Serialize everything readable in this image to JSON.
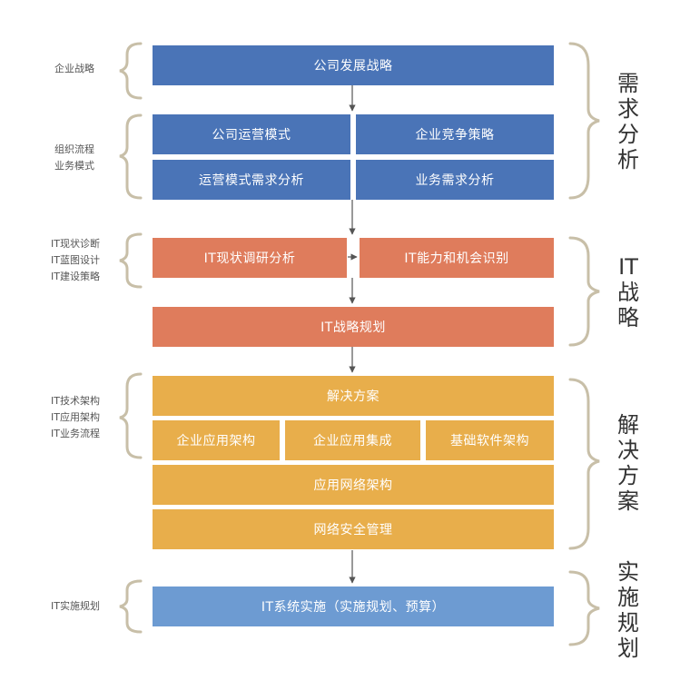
{
  "colors": {
    "blue": "#4a74b7",
    "orange": "#df7c5c",
    "yellow": "#e8ae4b",
    "light_blue": "#6d9bd2",
    "bracket": "#c8bfa8",
    "arrow": "#555555"
  },
  "left_labels": {
    "strategy": "企业战略",
    "org_1": "组织流程",
    "org_2": "业务模式",
    "it_1": "IT现状诊断",
    "it_2": "IT蓝图设计",
    "it_3": "IT建设策略",
    "arch_1": "IT技术架构",
    "arch_2": "IT应用架构",
    "arch_3": "IT业务流程",
    "impl": "IT实施规划"
  },
  "boxes": {
    "company_strategy": "公司发展战略",
    "operation_model": "公司运营模式",
    "competition_strategy": "企业竞争策略",
    "operation_needs": "运营模式需求分析",
    "business_needs": "业务需求分析",
    "it_status": "IT现状调研分析",
    "it_capability": "IT能力和机会识别",
    "it_strategy_plan": "IT战略规划",
    "solution": "解决方案",
    "enterprise_app_arch": "企业应用架构",
    "enterprise_app_integration": "企业应用集成",
    "base_software_arch": "基础软件架构",
    "app_network_arch": "应用网络架构",
    "network_security": "网络安全管理",
    "it_system_impl": "IT系统实施（实施规划、预算）"
  },
  "phases": {
    "needs_1": "需",
    "needs_2": "求",
    "needs_3": "分",
    "needs_4": "析",
    "it_1": "IT",
    "it_2": "战",
    "it_3": "略",
    "sol_1": "解",
    "sol_2": "决",
    "sol_3": "方",
    "sol_4": "案",
    "impl_1": "实",
    "impl_2": "施",
    "impl_3": "规",
    "impl_4": "划"
  }
}
